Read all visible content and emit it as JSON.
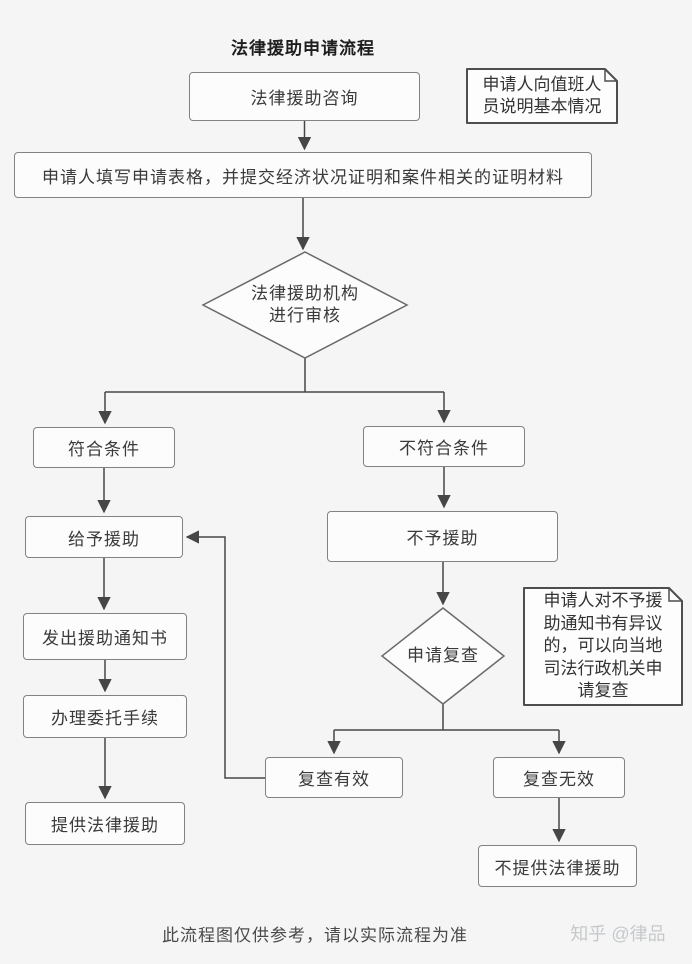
{
  "page": {
    "title": "法律援助申请流程",
    "footer_note": "此流程图仅供参考，请以实际流程为准",
    "watermark": "知乎 @律品",
    "background_color": "#f5f5f5"
  },
  "flowchart": {
    "nodes": {
      "consult": "法律援助咨询",
      "form": "申请人填写申请表格，并提交经济状况证明和案件相关的证明材料",
      "review": "法律援助机构\n进行审核",
      "match": "符合条件",
      "nomatch": "不符合条件",
      "grant": "给予援助",
      "nogrant": "不予援助",
      "notice": "发出援助通知书",
      "entrust": "办理委托手续",
      "provide": "提供法律援助",
      "recheck": "申请复查",
      "recheck_valid": "复查有效",
      "recheck_invalid": "复查无效",
      "noprovide": "不提供法律援助"
    },
    "notes": {
      "note_consult": "申请人向值班人员说明基本情况",
      "note_recheck": "申请人对不予援助通知书有异议的，可以向当地司法行政机关申请复查"
    },
    "colors": {
      "line": "#464646",
      "node_border": "#828282",
      "note_border": "#4e4e4e",
      "node_fill": "#fcfcfc",
      "text": "#3a3a3a",
      "watermark": "#c6c9cb"
    }
  }
}
